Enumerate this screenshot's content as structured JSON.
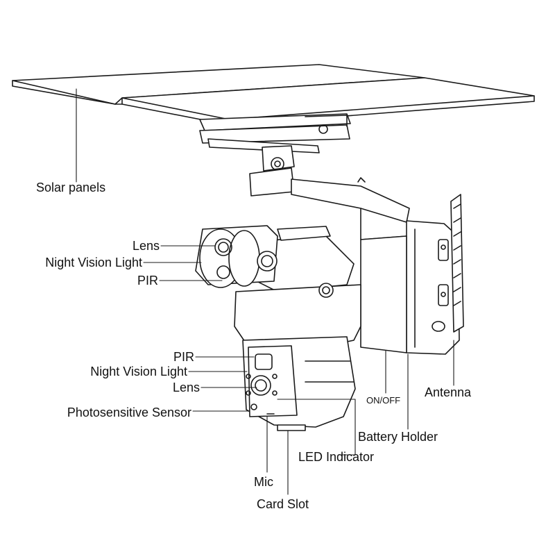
{
  "colors": {
    "line": "#1a1a1a",
    "background": "#ffffff",
    "panel_fill": "#ffffff"
  },
  "labels": {
    "solar_panels": "Solar panels",
    "top_lens": "Lens",
    "top_night_vision": "Night Vision Light",
    "top_pir": "PIR",
    "bottom_pir": "PIR",
    "bottom_night_vision": "Night Vision Light",
    "bottom_lens": "Lens",
    "photosensitive_sensor": "Photosensitive Sensor",
    "mic": "Mic",
    "card_slot": "Card Slot",
    "led_indicator": "LED Indicator",
    "on_off": "ON/OFF",
    "battery_holder": "Battery Holder",
    "antenna": "Antenna"
  }
}
